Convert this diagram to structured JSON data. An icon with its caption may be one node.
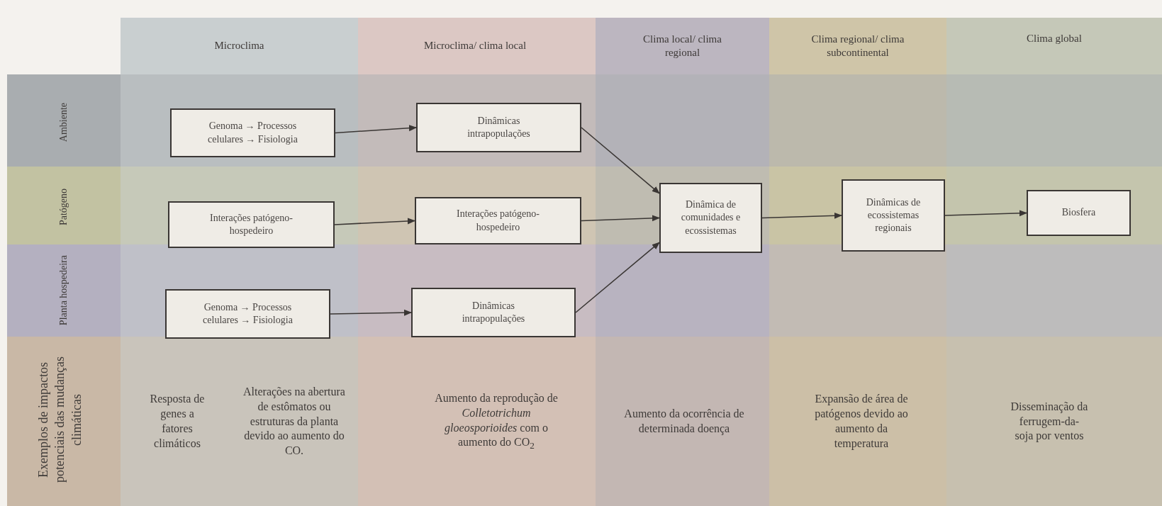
{
  "diagram": {
    "nodes": [
      {
        "text": [
          "Genoma → Processos celulares → Fisiologia"
        ]
      },
      {
        "text": [
          "Dinâmicas intrapopulações"
        ]
      },
      {
        "text": [
          "Interações patógeno-hospedeiro"
        ]
      },
      {
        "text": [
          "Interações patógeno-hospedeiro"
        ]
      },
      {
        "text": [
          "Dinâmica de comunidades e ecossistemas"
        ]
      },
      {
        "text": [
          "Dinâmicas de ecossistemas regionais"
        ]
      },
      {
        "text": [
          "Biosfera"
        ]
      },
      {
        "text": [
          "Genoma → Processos celulares → Fisiologia"
        ]
      },
      {
        "text": [
          "Dinâmicas intrapopulações"
        ]
      }
    ],
    "edges": [
      {
        "from": 0,
        "to": 1,
        "arrow": "to"
      },
      {
        "from": 1,
        "to": 4,
        "arrow": "to"
      },
      {
        "from": 2,
        "to": 3,
        "arrow": "to"
      },
      {
        "from": 3,
        "to": 4,
        "arrow": "to"
      },
      {
        "from": 7,
        "to": 8,
        "arrow": "to"
      },
      {
        "from": 8,
        "to": 4,
        "arrow": "to"
      },
      {
        "from": 4,
        "to": 5,
        "arrow": "to"
      },
      {
        "from": 5,
        "to": 6,
        "arrow": "to"
      }
    ],
    "labels": [
      "Microclima",
      "Microclima/ clima local",
      "Clima local/ clima regional",
      "Clima regional/ clima subcontinental",
      "Clima global",
      "Ambiente",
      "Patógeno",
      "Planta hospedeira",
      "Exemplos de impactos potenciais das mudanças climáticas",
      "Resposta de genes a fatores climáticos",
      "Alterações na abertura de estômatos ou estruturas da planta devido ao aumento do CO.",
      "Aumento da reprodução de *Colletotrichum gloeosporioides* com o aumento do CO$_{2}$",
      "Aumento da ocorrência de determinada doença",
      "Expansão de área de patógenos devido ao aumento da temperatura",
      "Disseminação da ferrugem-da-soja por ventos"
    ]
  }
}
